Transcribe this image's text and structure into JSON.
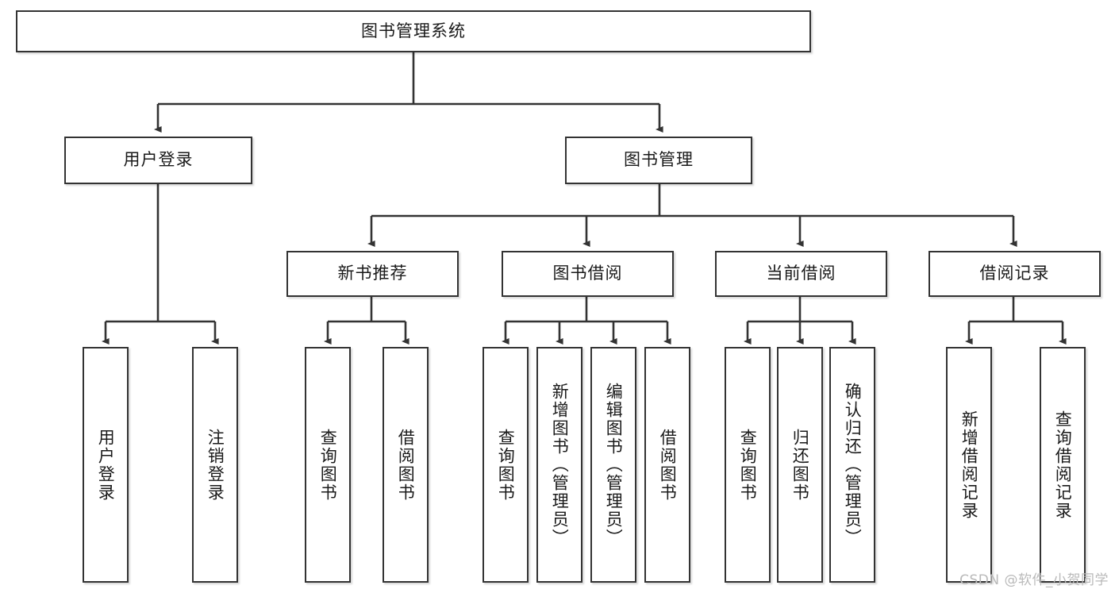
{
  "diagram": {
    "title": "图书管理系统",
    "watermark": "CSDN @软件_小贺同学",
    "accent_color": "#333333",
    "background_color": "#ffffff",
    "root": {
      "id": "root",
      "label": "图书管理系统"
    },
    "level2": [
      {
        "id": "user-login",
        "label": "用户登录"
      },
      {
        "id": "book-manage",
        "label": "图书管理"
      }
    ],
    "level3": [
      {
        "id": "new-book-recommend",
        "label": "新书推荐"
      },
      {
        "id": "book-borrow",
        "label": "图书借阅"
      },
      {
        "id": "current-borrow",
        "label": "当前借阅"
      },
      {
        "id": "borrow-record",
        "label": "借阅记录"
      }
    ],
    "leaves": [
      {
        "id": "leaf-user-login",
        "label": "用户登录",
        "parent": "user-login"
      },
      {
        "id": "leaf-user-logout",
        "label": "注销登录",
        "parent": "user-login"
      },
      {
        "id": "leaf-query-book-1",
        "label": "查询图书",
        "parent": "new-book-recommend"
      },
      {
        "id": "leaf-borrow-book-1",
        "label": "借阅图书",
        "parent": "new-book-recommend"
      },
      {
        "id": "leaf-query-book-2",
        "label": "查询图书",
        "parent": "book-borrow"
      },
      {
        "id": "leaf-add-book",
        "label": "新增图书（管理员）",
        "parent": "book-borrow"
      },
      {
        "id": "leaf-edit-book",
        "label": "编辑图书（管理员）",
        "parent": "book-borrow"
      },
      {
        "id": "leaf-borrow-book-2",
        "label": "借阅图书",
        "parent": "book-borrow"
      },
      {
        "id": "leaf-query-book-3",
        "label": "查询图书",
        "parent": "current-borrow"
      },
      {
        "id": "leaf-return-book",
        "label": "归还图书",
        "parent": "current-borrow"
      },
      {
        "id": "leaf-confirm-return",
        "label": "确认归还（管理员）",
        "parent": "current-borrow"
      },
      {
        "id": "leaf-add-record",
        "label": "新增借阅记录",
        "parent": "borrow-record"
      },
      {
        "id": "leaf-query-record",
        "label": "查询借阅记录",
        "parent": "borrow-record"
      }
    ]
  }
}
